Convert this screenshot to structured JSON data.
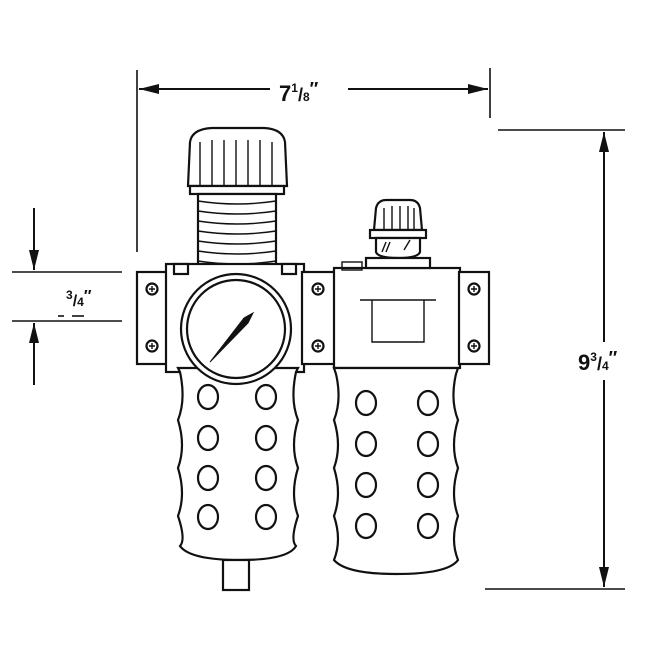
{
  "diagram": {
    "width_dimension": {
      "whole": "7",
      "numerator": "1",
      "denominator": "8",
      "unit_mark": "″"
    },
    "height_dimension": {
      "whole": "9",
      "numerator": "3",
      "denominator": "4",
      "unit_mark": "″"
    },
    "port_dimension": {
      "whole": "",
      "numerator": "3",
      "denominator": "4",
      "unit_mark": "″"
    },
    "components": [
      "filter-regulator",
      "lubricator"
    ],
    "colors": {
      "line": "#111111",
      "background": "#ffffff"
    }
  }
}
